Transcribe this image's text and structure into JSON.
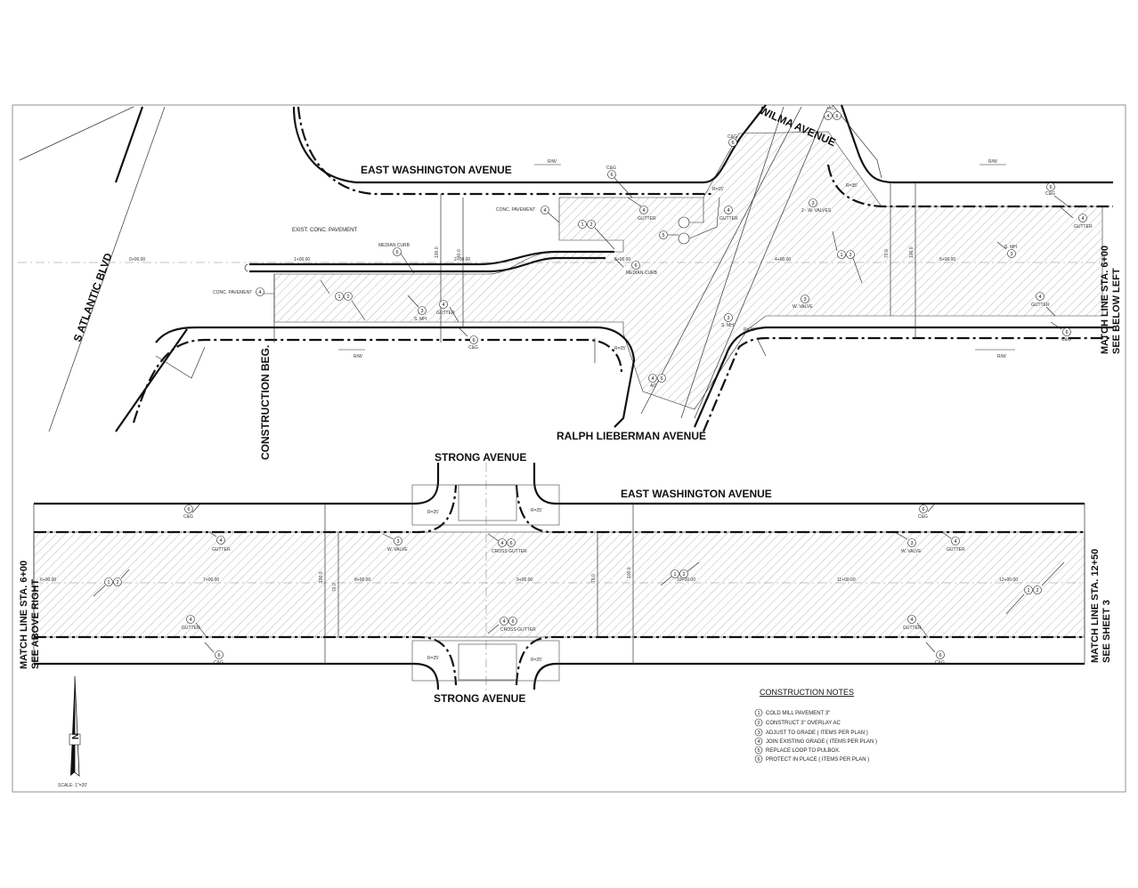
{
  "streets": {
    "s_atlantic": "S  ATLANTIC BLVD",
    "east_washington_top": "EAST WASHINGTON AVENUE",
    "wilma": "WILMA  AVENUE",
    "ralph": "RALPH LIEBERMAN  AVENUE",
    "construction_beg": "CONSTRUCTION BEG.",
    "match_top_line1": "MATCH LINE STA. 6+00",
    "match_top_line2": "SEE BELOW LEFT",
    "strong_top": "STRONG  AVENUE",
    "strong_bottom": "STRONG  AVENUE",
    "east_washington_bottom": "EAST WASHINGTON AVENUE",
    "match_bl_line1": "MATCH LINE STA. 6+00",
    "match_bl_line2": "SEE ABOVE RIGHT",
    "match_br_line1": "MATCH LINE STA. 12+50",
    "match_br_line2": "SEE SHEET 3"
  },
  "labels": {
    "exist_pavement": "EXIST. CONC. PAVEMENT",
    "median_curb": "MEDIAN CURB",
    "median_curb2": "MEDIAN CURB",
    "conc_pavement_top": "CONC. PAVEMENT",
    "conc_pavement_left": "CONC. PAVEMENT",
    "rw": "R/W",
    "cg": "C&G",
    "gutter": "GUTTER",
    "smh": "S. MH",
    "wvalve": "W. VALVE",
    "two_wvalves": "2 - W. VALVES",
    "cross_gutter": "CROSS GUTTER",
    "ac": "AC",
    "r15": "R=15'",
    "r35": "R=35'",
    "r25": "R=25'",
    "sta_top": [
      "0+00.00",
      "1+00.00",
      "2+00.00",
      "3+00.00",
      "4+00.00",
      "5+00.00"
    ],
    "sta_bottom": [
      "6+00.00",
      "7+00.00",
      "8+00.00",
      "9+00.00",
      "10+00.00",
      "11+00.00",
      "12+00.00"
    ],
    "dim_100": "100.0",
    "dim_70": "70.0",
    "dim_40": "40.0"
  },
  "notes": {
    "title": "CONSTRUCTION  NOTES",
    "items": [
      {
        "num": "1",
        "text": "COLD MILL PAVEMENT 3\""
      },
      {
        "num": "2",
        "text": "CONSTRUCT 3\" OVERLAY AC"
      },
      {
        "num": "3",
        "text": "ADJUST TO GRADE ( ITEMS PER PLAN )"
      },
      {
        "num": "4",
        "text": "JOIN EXISTING GRADE ( ITEMS PER PLAN )"
      },
      {
        "num": "5",
        "text": "REPLACE LOOP TO PULBOX."
      },
      {
        "num": "6",
        "text": "PROTECT IN PLACE ( ITEMS PER PLAN )"
      }
    ]
  },
  "scale": "SCALE:  1\"=20'",
  "north": "N",
  "colors": {
    "line": "#111111",
    "hatch": "#9a9a9a",
    "paper": "#ffffff"
  }
}
